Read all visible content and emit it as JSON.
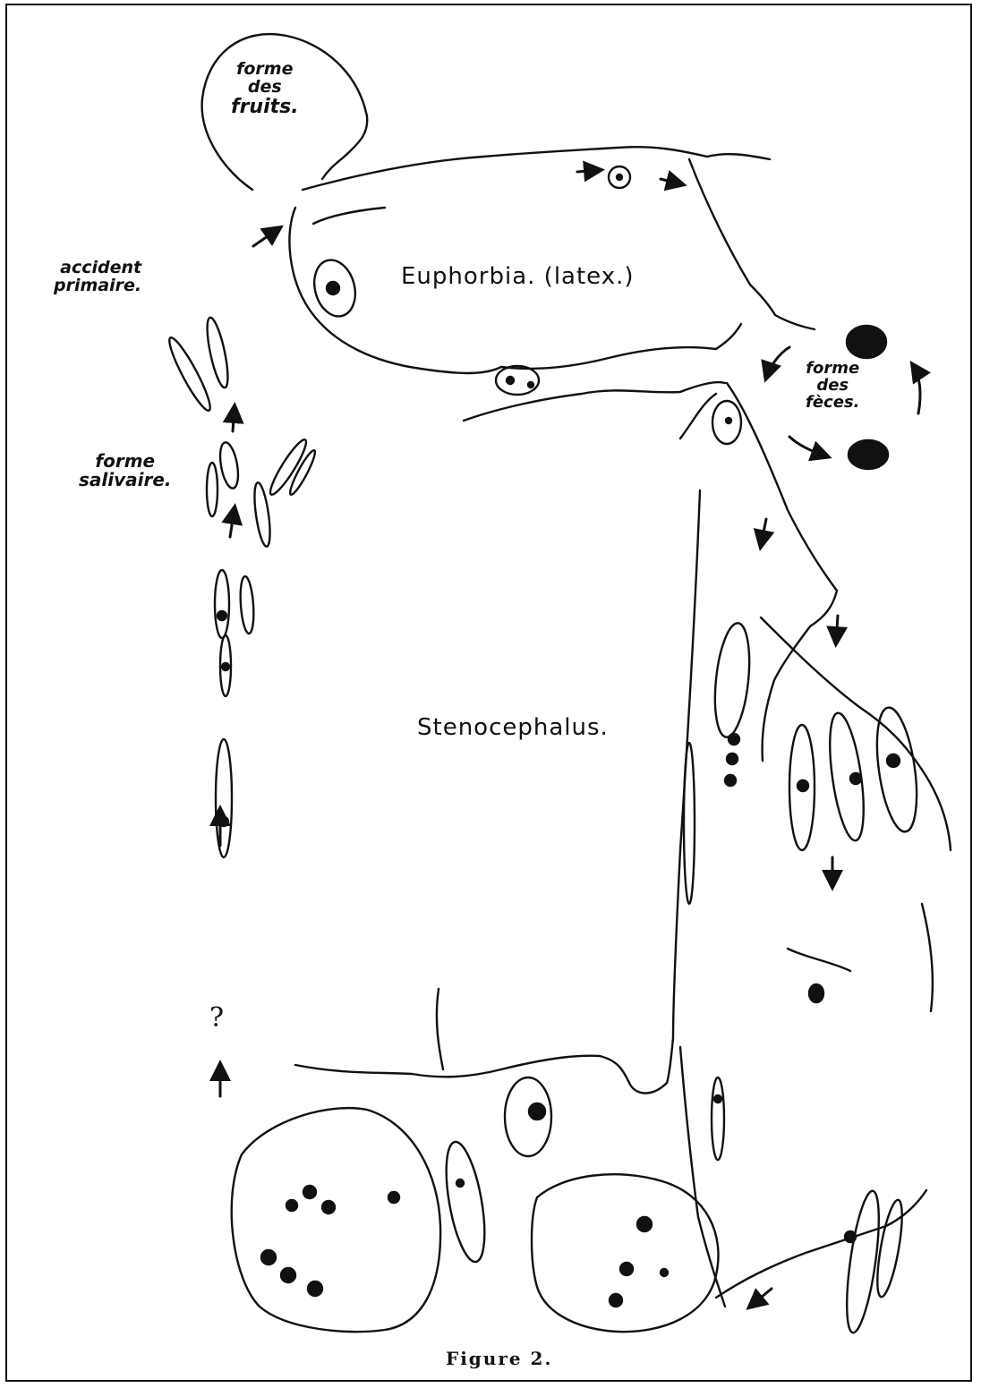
{
  "figure": {
    "caption": "Figure 2.",
    "labels": {
      "forme_des_fruits": [
        "forme",
        "des",
        "fruits."
      ],
      "accident_primaire": [
        "accident",
        "primaire."
      ],
      "forme_salivaire": [
        "forme",
        "salivaire."
      ],
      "euphorbia": "Euphorbia. (latex.)",
      "forme_des_feces": [
        "forme",
        "des",
        "fèces."
      ],
      "stenocephalus": "Stenocephalus.",
      "question_mark": "?"
    }
  }
}
